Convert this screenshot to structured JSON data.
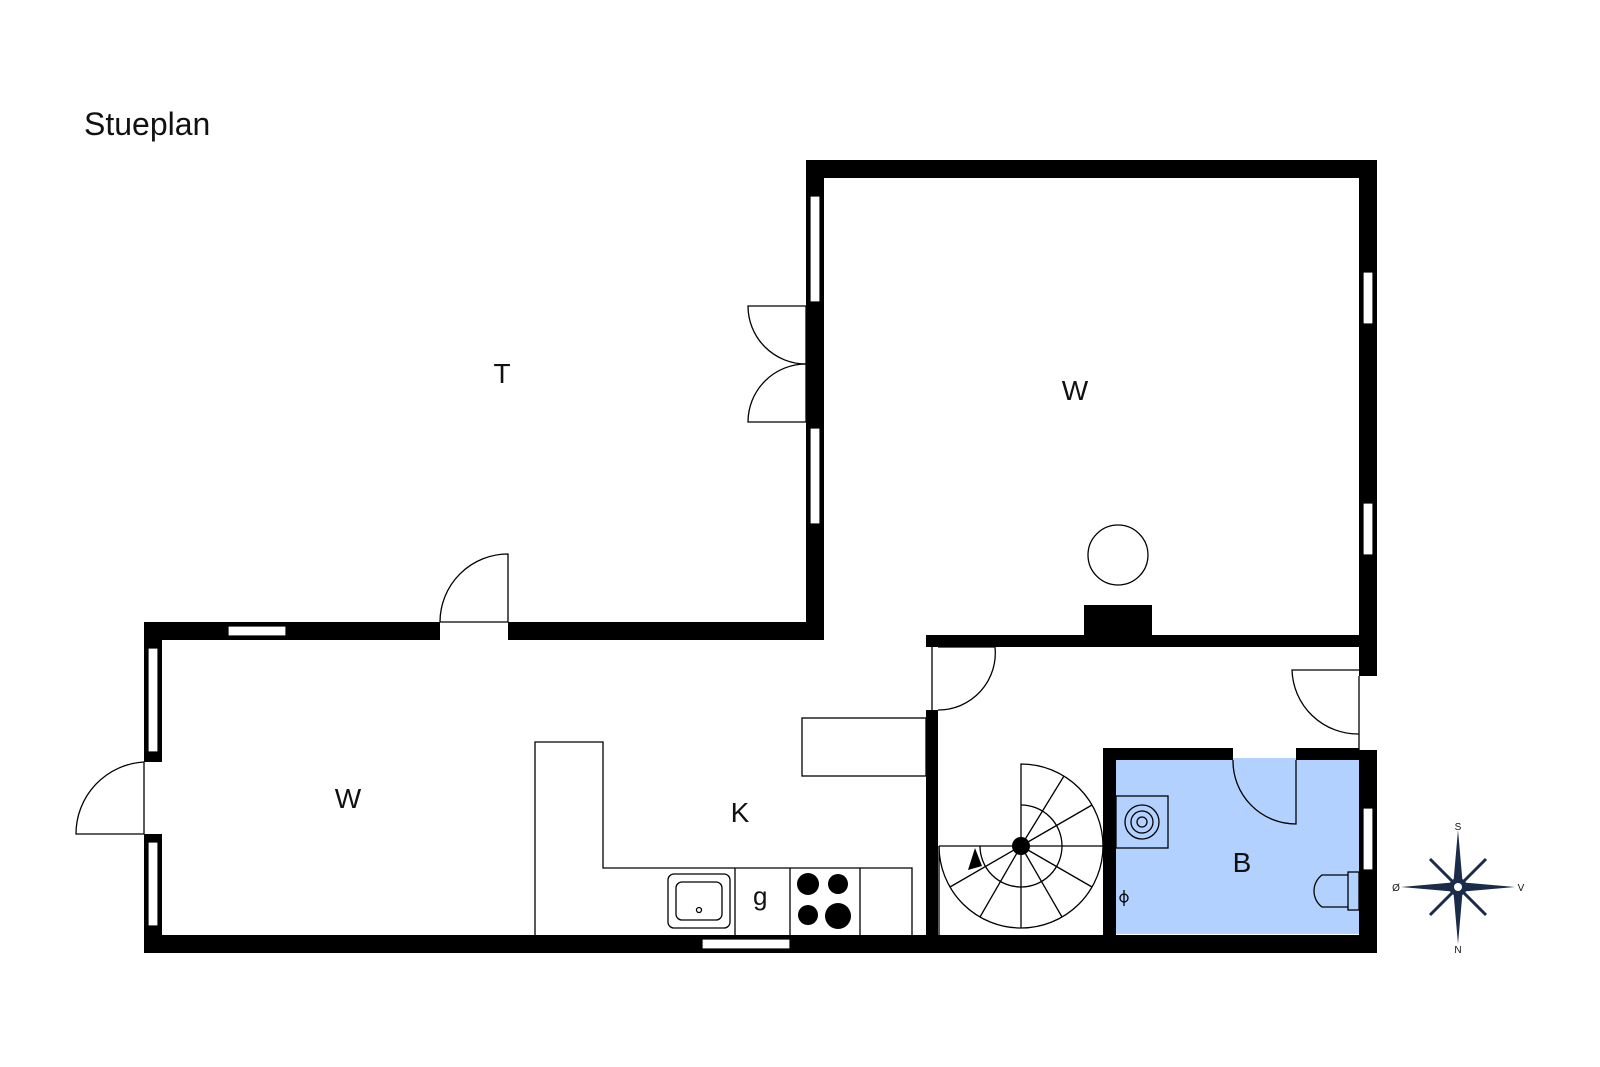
{
  "floor_plan": {
    "title": "Stueplan",
    "rooms": [
      {
        "id": "terrace",
        "label": "T"
      },
      {
        "id": "living-room-large",
        "label": "W"
      },
      {
        "id": "living-room-small",
        "label": "W"
      },
      {
        "id": "kitchen",
        "label": "K"
      },
      {
        "id": "bathroom",
        "label": "B",
        "fill": "#b3d1ff"
      }
    ],
    "fixtures": {
      "gas_stove_label": "g"
    },
    "compass": {
      "north": "N",
      "south": "S",
      "east": "Ø",
      "west": "V"
    }
  }
}
